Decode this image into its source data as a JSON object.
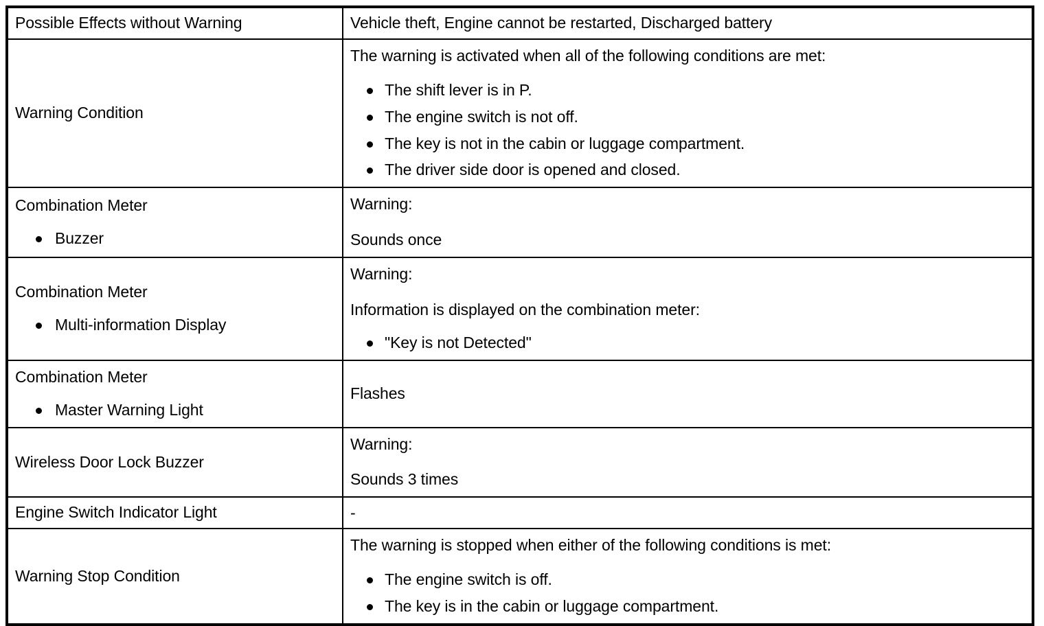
{
  "document": {
    "type": "warning-specification-table",
    "columns": 2
  },
  "rows": [
    {
      "label": "Possible Effects without Warning",
      "label_bullets": [],
      "value": {
        "lead": "Vehicle theft, Engine cannot be restarted, Discharged battery",
        "paragraphs": [],
        "bullets": []
      }
    },
    {
      "label": "Warning Condition",
      "label_bullets": [],
      "value": {
        "lead": "The warning is activated when all of the following conditions are met:",
        "paragraphs": [],
        "bullets": [
          "The shift lever is in P.",
          "The engine switch is not off.",
          "The key is not in the cabin or luggage compartment.",
          "The driver side door is opened and closed."
        ]
      }
    },
    {
      "label": "Combination Meter",
      "label_bullets": [
        "Buzzer"
      ],
      "value": {
        "lead": "Warning:",
        "paragraphs": [
          "Sounds once"
        ],
        "bullets": []
      }
    },
    {
      "label": "Combination Meter",
      "label_bullets": [
        "Multi-information Display"
      ],
      "value": {
        "lead": "Warning:",
        "paragraphs": [
          "Information is displayed on the combination meter:"
        ],
        "bullets": [
          "\"Key is not Detected\""
        ]
      }
    },
    {
      "label": "Combination Meter",
      "label_bullets": [
        "Master Warning Light"
      ],
      "value": {
        "lead": "Flashes",
        "paragraphs": [],
        "bullets": []
      }
    },
    {
      "label": "Wireless Door Lock Buzzer",
      "label_bullets": [],
      "value": {
        "lead": "Warning:",
        "paragraphs": [
          "Sounds 3 times"
        ],
        "bullets": []
      }
    },
    {
      "label": "Engine Switch Indicator Light",
      "label_bullets": [],
      "value": {
        "lead": "-",
        "paragraphs": [],
        "bullets": []
      }
    },
    {
      "label": "Warning Stop Condition",
      "label_bullets": [],
      "value": {
        "lead": "The warning is stopped when either of the following conditions is met:",
        "paragraphs": [],
        "bullets": [
          "The engine switch is off.",
          "The key is in the cabin or luggage compartment."
        ]
      }
    }
  ],
  "style": {
    "text_color": "#000000",
    "border_color": "#000000",
    "background": "#ffffff"
  }
}
